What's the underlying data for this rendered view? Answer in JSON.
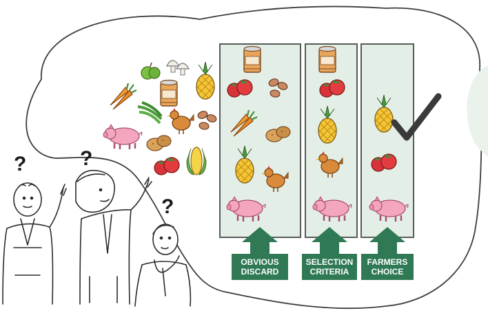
{
  "stages": [
    {
      "line1": "OBVIOUS",
      "line2": "DISCARD"
    },
    {
      "line1": "SELECTION",
      "line2": "CRITERIA"
    },
    {
      "line1": "FARMERS",
      "line2": "CHOICE"
    }
  ],
  "question_mark": "?",
  "colors": {
    "panel_fill": "#e3efe6",
    "label_fill": "#2f7a55",
    "outline": "#555b57",
    "check": "#3a3a3a"
  },
  "icons": [
    "can-icon",
    "tomatoes-icon",
    "beans-icon",
    "carrots-icon",
    "potatoes-icon",
    "pineapple-icon",
    "chicken-icon",
    "pig-icon",
    "apple-icon",
    "mushrooms-icon",
    "green-beans-icon",
    "corn-icon",
    "check-mark-icon"
  ]
}
